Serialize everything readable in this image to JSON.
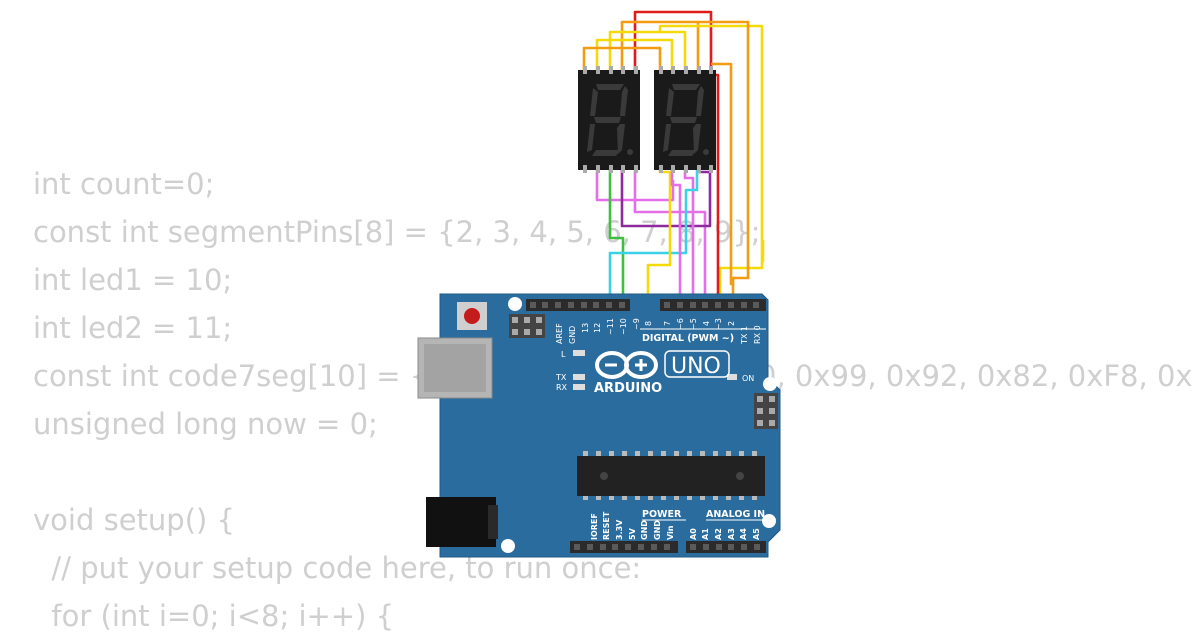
{
  "code_lines": [
    "int count=0;",
    "const int segmentPins[8] = {2, 3, 4, 5, 6, 7, 8, 9};",
    "int led1 = 10;",
    "int led2 = 11;",
    "const int code7seg[10] = {0xC0, 0xF9, 0xA4, 0xB0, 0x99, 0x92, 0x82, 0xF8, 0x",
    "unsigned long now = 0;",
    "",
    "void setup() {",
    "  // put your setup code here, to run once:",
    "  for (int i=0; i<8; i++) {"
  ],
  "board": {
    "brand": "ARDUINO",
    "model": "UNO",
    "digital_header_label": "DIGITAL (PWM ~)",
    "power_label": "POWER",
    "analog_label": "ANALOG IN",
    "on_label": "ON",
    "l_label": "L",
    "tx_label": "TX",
    "rx_label": "RX",
    "digital_pins": [
      "AREF",
      "GND",
      "13",
      "12",
      "~11",
      "~10",
      "~9",
      "8",
      "7",
      "~6",
      "~5",
      "4",
      "~3",
      "2",
      "TX 1",
      "RX 0"
    ],
    "power_pins": [
      "IOREF",
      "RESET",
      "3.3V",
      "5V",
      "GND",
      "GND",
      "Vin"
    ],
    "analog_pins": [
      "A0",
      "A1",
      "A2",
      "A3",
      "A4",
      "A5"
    ]
  },
  "colors": {
    "board": "#2a6c9e",
    "board_edge": "#1f5a86",
    "header": "#2b2b2b",
    "display_body": "#1a1a1a",
    "segment_off": "#3a3a3a",
    "wire_red": "#e01b1b",
    "wire_orange": "#f39c12",
    "wire_yellow": "#f5d90a",
    "wire_pink": "#e36ee8",
    "wire_purple": "#8e2a9c",
    "wire_green": "#3fbf3f",
    "wire_cyan": "#3ad0e6"
  }
}
